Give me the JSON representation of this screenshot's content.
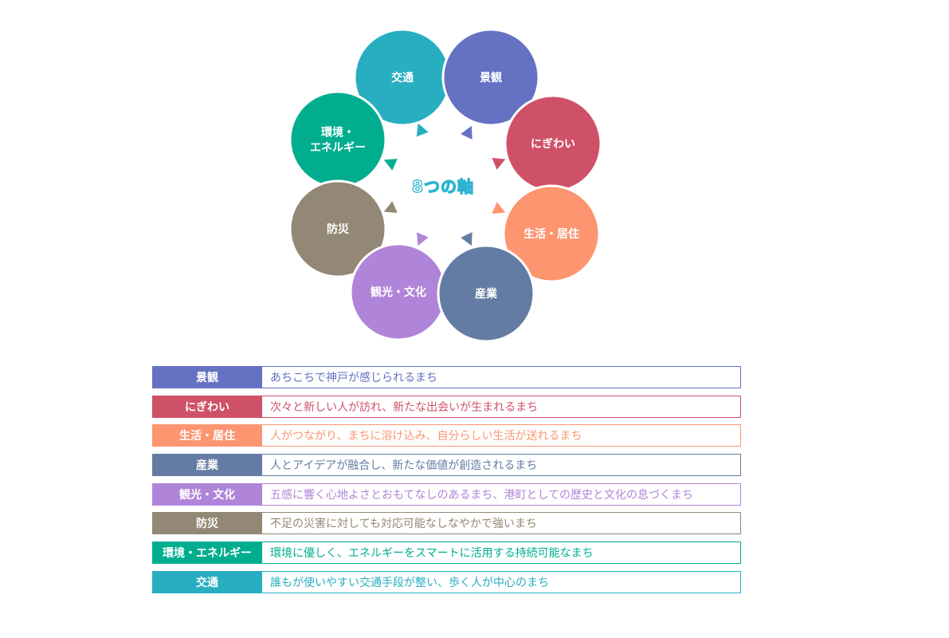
{
  "center_label": "8つの軸",
  "axes": [
    {
      "key": "keikan",
      "label": "景観",
      "description": "あちこちで神戸が感じられるまち",
      "color": "#6571c2"
    },
    {
      "key": "nigiwai",
      "label": "にぎわい",
      "description": "次々と新しい人が訪れ、新たな出会いが生まれるまち",
      "color": "#cf5168"
    },
    {
      "key": "seikatsu",
      "label": "生活・居住",
      "description": "人がつながり、まちに溶け込み、自分らしい生活が送れるまち",
      "color": "#fd9570"
    },
    {
      "key": "sangyo",
      "label": "産業",
      "description": "人とアイデアが融合し、新たな価値が創造されるまち",
      "color": "#647ca3"
    },
    {
      "key": "kanko",
      "label": "観光・文化",
      "description": "五感に響く心地よさとおもてなしのあるまち、港町としての歴史と文化の息づくまち",
      "color": "#b084d8"
    },
    {
      "key": "bosai",
      "label": "防災",
      "description": "不足の災害に対しても対応可能なしなやかで強いまち",
      "color": "#938776"
    },
    {
      "key": "kankyo",
      "label": "環境・エネルギー",
      "label_wheel": [
        "環境・",
        "エネルギー"
      ],
      "description": "環境に優しく、エネルギーをスマートに活用する持続可能なまち",
      "color": "#00ae8f"
    },
    {
      "key": "kotsu",
      "label": "交通",
      "description": "誰もが使いやすい交通手段が整い、歩く人が中心のまち",
      "color": "#27aec0"
    }
  ]
}
